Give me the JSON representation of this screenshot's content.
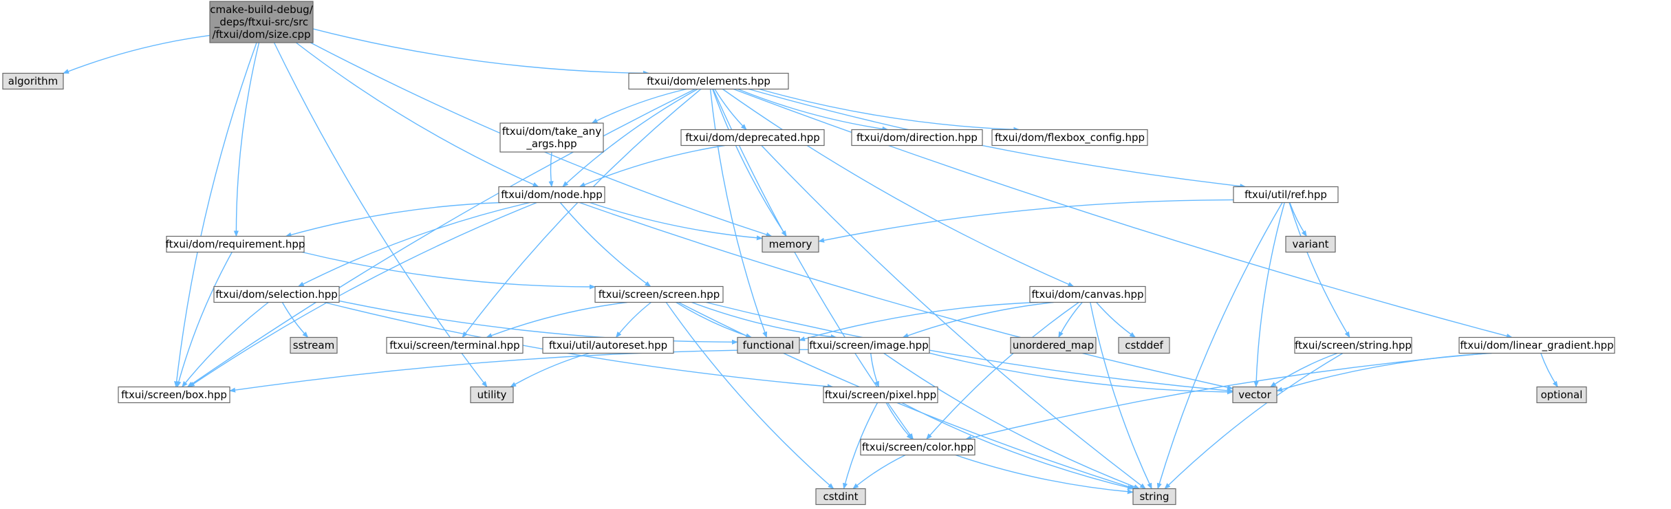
{
  "diagram": {
    "colors": {
      "root_fill": "#999999",
      "header_fill": "#ffffff",
      "system_fill": "#e0e0e0",
      "border": "#666666",
      "edge": "#63b8ff"
    },
    "nodes": [
      {
        "id": "size_cpp",
        "kind": "root",
        "lines": [
          "cmake-build-debug/",
          "_deps/ftxui-src/src",
          "/ftxui/dom/size.cpp"
        ]
      },
      {
        "id": "algorithm",
        "kind": "system",
        "lines": [
          "algorithm"
        ]
      },
      {
        "id": "elements",
        "kind": "header",
        "lines": [
          "ftxui/dom/elements.hpp"
        ]
      },
      {
        "id": "take_any_args",
        "kind": "header",
        "lines": [
          "ftxui/dom/take_any",
          "_args.hpp"
        ]
      },
      {
        "id": "deprecated",
        "kind": "header",
        "lines": [
          "ftxui/dom/deprecated.hpp"
        ]
      },
      {
        "id": "direction",
        "kind": "header",
        "lines": [
          "ftxui/dom/direction.hpp"
        ]
      },
      {
        "id": "flexbox_config",
        "kind": "header",
        "lines": [
          "ftxui/dom/flexbox_config.hpp"
        ]
      },
      {
        "id": "ref",
        "kind": "header",
        "lines": [
          "ftxui/util/ref.hpp"
        ]
      },
      {
        "id": "node",
        "kind": "header",
        "lines": [
          "ftxui/dom/node.hpp"
        ]
      },
      {
        "id": "requirement",
        "kind": "header",
        "lines": [
          "ftxui/dom/requirement.hpp"
        ]
      },
      {
        "id": "memory",
        "kind": "system",
        "lines": [
          "memory"
        ]
      },
      {
        "id": "variant",
        "kind": "system",
        "lines": [
          "variant"
        ]
      },
      {
        "id": "selection",
        "kind": "header",
        "lines": [
          "ftxui/dom/selection.hpp"
        ]
      },
      {
        "id": "screen",
        "kind": "header",
        "lines": [
          "ftxui/screen/screen.hpp"
        ]
      },
      {
        "id": "canvas",
        "kind": "header",
        "lines": [
          "ftxui/dom/canvas.hpp"
        ]
      },
      {
        "id": "sstream",
        "kind": "system",
        "lines": [
          "sstream"
        ]
      },
      {
        "id": "terminal",
        "kind": "header",
        "lines": [
          "ftxui/screen/terminal.hpp"
        ]
      },
      {
        "id": "autoreset",
        "kind": "header",
        "lines": [
          "ftxui/util/autoreset.hpp"
        ]
      },
      {
        "id": "functional",
        "kind": "system",
        "lines": [
          "functional"
        ]
      },
      {
        "id": "image",
        "kind": "header",
        "lines": [
          "ftxui/screen/image.hpp"
        ]
      },
      {
        "id": "unordered_map",
        "kind": "system",
        "lines": [
          "unordered_map"
        ]
      },
      {
        "id": "cstddef",
        "kind": "system",
        "lines": [
          "cstddef"
        ]
      },
      {
        "id": "string_hpp",
        "kind": "header",
        "lines": [
          "ftxui/screen/string.hpp"
        ]
      },
      {
        "id": "linear_gradient",
        "kind": "header",
        "lines": [
          "ftxui/dom/linear_gradient.hpp"
        ]
      },
      {
        "id": "box",
        "kind": "header",
        "lines": [
          "ftxui/screen/box.hpp"
        ]
      },
      {
        "id": "utility",
        "kind": "system",
        "lines": [
          "utility"
        ]
      },
      {
        "id": "pixel",
        "kind": "header",
        "lines": [
          "ftxui/screen/pixel.hpp"
        ]
      },
      {
        "id": "vector",
        "kind": "system",
        "lines": [
          "vector"
        ]
      },
      {
        "id": "optional",
        "kind": "system",
        "lines": [
          "optional"
        ]
      },
      {
        "id": "color",
        "kind": "header",
        "lines": [
          "ftxui/screen/color.hpp"
        ]
      },
      {
        "id": "cstdint",
        "kind": "system",
        "lines": [
          "cstdint"
        ]
      },
      {
        "id": "string",
        "kind": "system",
        "lines": [
          "string"
        ]
      }
    ],
    "edges": [
      [
        "size_cpp",
        "algorithm"
      ],
      [
        "size_cpp",
        "elements"
      ],
      [
        "size_cpp",
        "memory"
      ],
      [
        "size_cpp",
        "node"
      ],
      [
        "size_cpp",
        "requirement"
      ],
      [
        "size_cpp",
        "box"
      ],
      [
        "size_cpp",
        "utility"
      ],
      [
        "elements",
        "take_any_args"
      ],
      [
        "elements",
        "deprecated"
      ],
      [
        "elements",
        "direction"
      ],
      [
        "elements",
        "flexbox_config"
      ],
      [
        "elements",
        "ref"
      ],
      [
        "elements",
        "node"
      ],
      [
        "elements",
        "memory"
      ],
      [
        "elements",
        "functional"
      ],
      [
        "elements",
        "terminal"
      ],
      [
        "elements",
        "canvas"
      ],
      [
        "elements",
        "linear_gradient"
      ],
      [
        "elements",
        "box"
      ],
      [
        "elements",
        "color"
      ],
      [
        "take_any_args",
        "node"
      ],
      [
        "deprecated",
        "node"
      ],
      [
        "deprecated",
        "string"
      ],
      [
        "node",
        "requirement"
      ],
      [
        "node",
        "selection"
      ],
      [
        "node",
        "screen"
      ],
      [
        "node",
        "box"
      ],
      [
        "node",
        "memory"
      ],
      [
        "node",
        "vector"
      ],
      [
        "requirement",
        "screen"
      ],
      [
        "requirement",
        "box"
      ],
      [
        "selection",
        "box"
      ],
      [
        "selection",
        "sstream"
      ],
      [
        "selection",
        "functional"
      ],
      [
        "selection",
        "pixel"
      ],
      [
        "screen",
        "terminal"
      ],
      [
        "screen",
        "autoreset"
      ],
      [
        "screen",
        "functional"
      ],
      [
        "screen",
        "image"
      ],
      [
        "screen",
        "vector"
      ],
      [
        "screen",
        "string"
      ],
      [
        "screen",
        "cstdint"
      ],
      [
        "autoreset",
        "utility"
      ],
      [
        "image",
        "box"
      ],
      [
        "image",
        "pixel"
      ],
      [
        "image",
        "vector"
      ],
      [
        "image",
        "string"
      ],
      [
        "pixel",
        "color"
      ],
      [
        "pixel",
        "cstdint"
      ],
      [
        "pixel",
        "string"
      ],
      [
        "color",
        "cstdint"
      ],
      [
        "color",
        "string"
      ],
      [
        "canvas",
        "functional"
      ],
      [
        "canvas",
        "image"
      ],
      [
        "canvas",
        "unordered_map"
      ],
      [
        "canvas",
        "cstddef"
      ],
      [
        "canvas",
        "color"
      ],
      [
        "canvas",
        "string"
      ],
      [
        "ref",
        "memory"
      ],
      [
        "ref",
        "variant"
      ],
      [
        "ref",
        "string_hpp"
      ],
      [
        "ref",
        "vector"
      ],
      [
        "ref",
        "string"
      ],
      [
        "string_hpp",
        "vector"
      ],
      [
        "string_hpp",
        "string"
      ],
      [
        "linear_gradient",
        "vector"
      ],
      [
        "linear_gradient",
        "optional"
      ],
      [
        "linear_gradient",
        "color"
      ]
    ]
  }
}
